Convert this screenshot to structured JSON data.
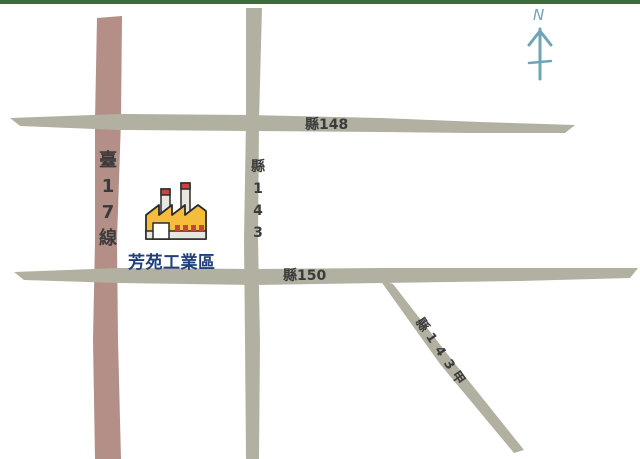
{
  "compass": {
    "north_label": "N",
    "icon": "north-arrow-icon",
    "color": "#6fa4b9"
  },
  "roads": {
    "r148": "縣148",
    "r150": "縣150",
    "t17_chars": [
      "臺",
      "1",
      "7",
      "線"
    ],
    "r143_chars": [
      "縣",
      "1",
      "4",
      "3"
    ],
    "r143a_chars": [
      "縣",
      "1",
      "4",
      "3",
      "甲"
    ]
  },
  "landmark": {
    "name": "芳苑工業區",
    "icon": "factory-icon"
  },
  "colors": {
    "road": "#b2b0a0",
    "highway": "#b48f88",
    "landmark_text": "#1f3f7a",
    "factory_yellow": "#f5bd3b",
    "frame": "#3f6b3a"
  }
}
